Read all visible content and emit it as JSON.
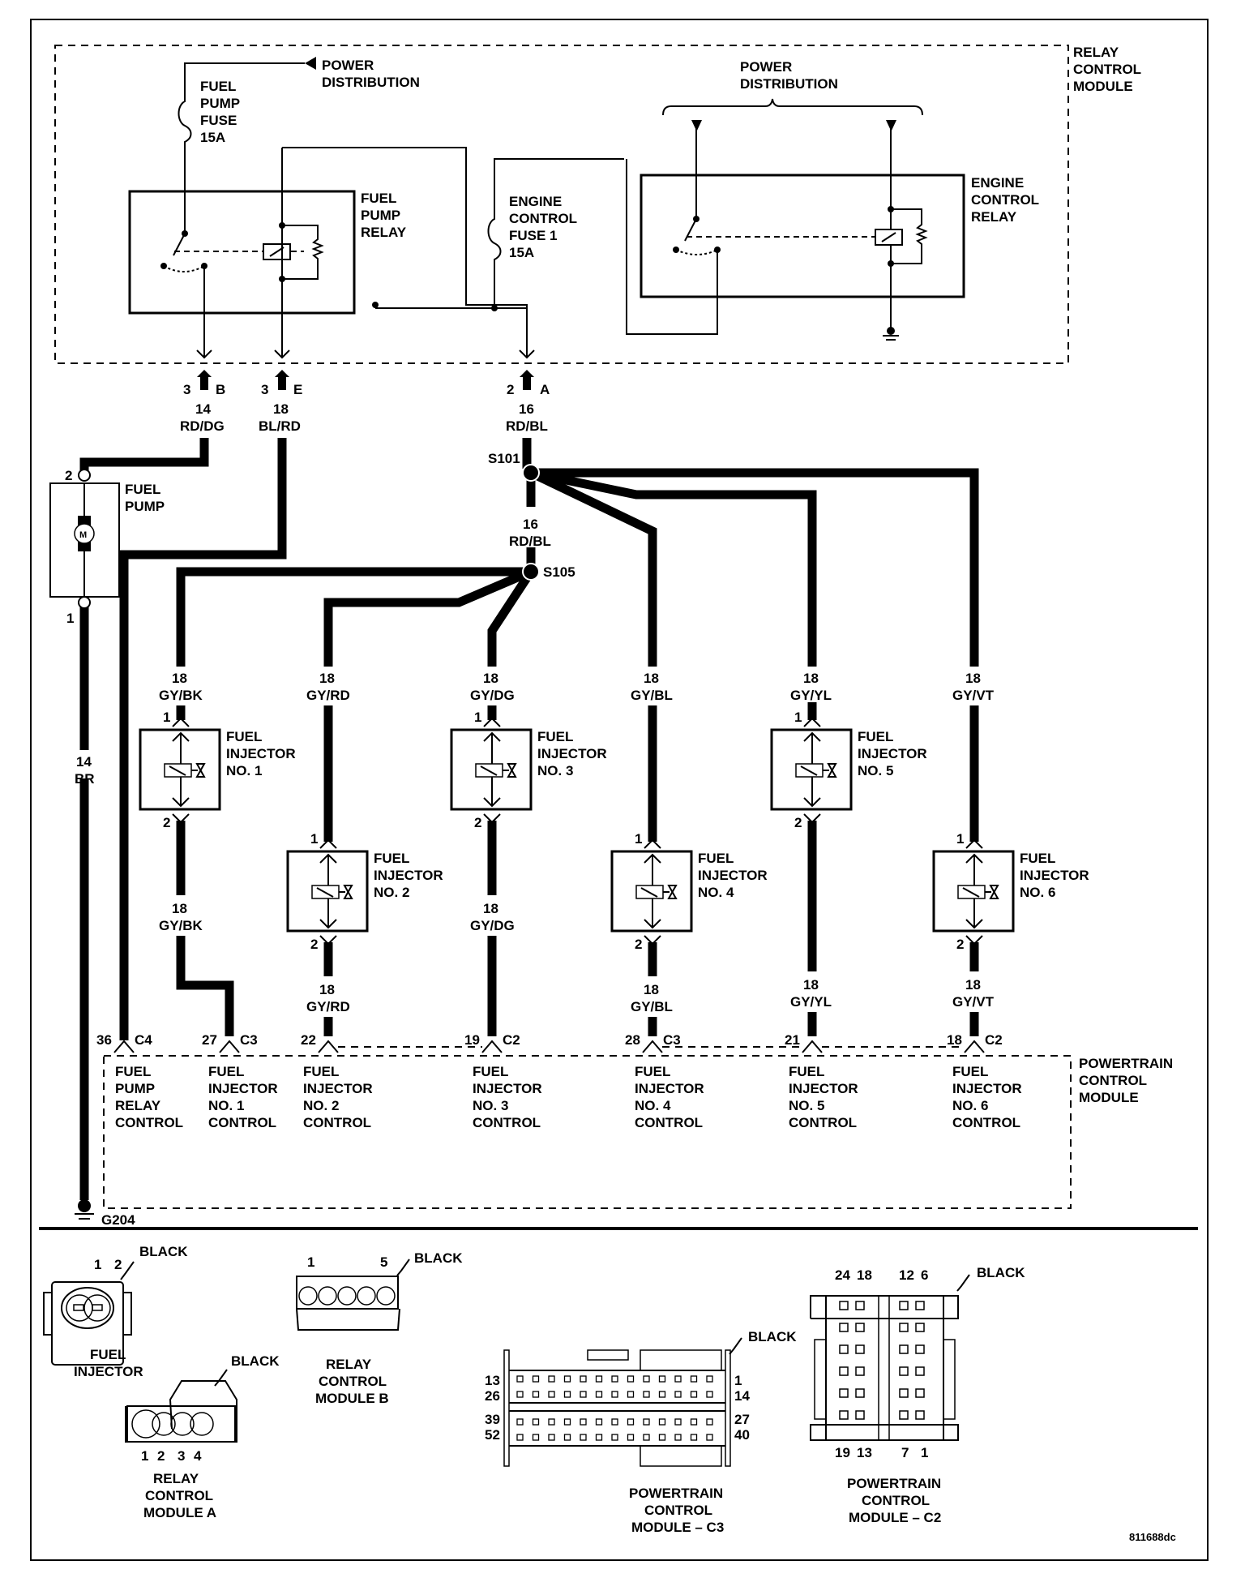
{
  "diagram_id": "811688dc",
  "modules": {
    "relay_control_module": [
      "RELAY",
      "CONTROL",
      "MODULE"
    ],
    "powertrain_control_module": [
      "POWERTRAIN",
      "CONTROL",
      "MODULE"
    ]
  },
  "relay_section": {
    "power_distribution_left": [
      "POWER",
      "DISTRIBUTION"
    ],
    "power_distribution_right": [
      "POWER",
      "DISTRIBUTION"
    ],
    "fuel_pump_fuse": [
      "FUEL",
      "PUMP",
      "FUSE",
      "15A"
    ],
    "fuel_pump_relay": [
      "FUEL",
      "PUMP",
      "RELAY"
    ],
    "engine_control_fuse": [
      "ENGINE",
      "CONTROL",
      "FUSE 1",
      "15A"
    ],
    "engine_control_relay": [
      "ENGINE",
      "CONTROL",
      "RELAY"
    ]
  },
  "relay_outputs": [
    {
      "pin": "3",
      "connector": "B",
      "gauge": "14",
      "color": "RD/DG"
    },
    {
      "pin": "3",
      "connector": "E",
      "gauge": "18",
      "color": "BL/RD"
    },
    {
      "pin": "2",
      "connector": "A",
      "gauge": "16",
      "color": "RD/BL"
    }
  ],
  "splices": {
    "s101": "S101",
    "s105": "S105",
    "s101_s105_wire": {
      "gauge": "16",
      "color": "RD/BL"
    }
  },
  "fuel_pump": {
    "label": [
      "FUEL",
      "PUMP"
    ],
    "motor": "M",
    "pin_top": "2",
    "pin_bottom": "1",
    "ground_wire": {
      "gauge": "14",
      "color": "BR"
    },
    "ground": "G204"
  },
  "injectors": [
    {
      "label": [
        "FUEL",
        "INJECTOR",
        "NO. 1"
      ],
      "pin_in": "1",
      "pin_out": "2",
      "in_wire": {
        "gauge": "18",
        "color": "GY/BK"
      },
      "out_wire": {
        "gauge": "18",
        "color": "GY/BK"
      }
    },
    {
      "label": [
        "FUEL",
        "INJECTOR",
        "NO. 2"
      ],
      "pin_in": "1",
      "pin_out": "2",
      "in_wire": {
        "gauge": "18",
        "color": "GY/RD"
      },
      "out_wire": {
        "gauge": "18",
        "color": "GY/RD"
      }
    },
    {
      "label": [
        "FUEL",
        "INJECTOR",
        "NO. 3"
      ],
      "pin_in": "1",
      "pin_out": "2",
      "in_wire": {
        "gauge": "18",
        "color": "GY/DG"
      },
      "out_wire": {
        "gauge": "18",
        "color": "GY/DG"
      }
    },
    {
      "label": [
        "FUEL",
        "INJECTOR",
        "NO. 4"
      ],
      "pin_in": "1",
      "pin_out": "2",
      "in_wire": {
        "gauge": "18",
        "color": "GY/BL"
      },
      "out_wire": {
        "gauge": "18",
        "color": "GY/BL"
      }
    },
    {
      "label": [
        "FUEL",
        "INJECTOR",
        "NO. 5"
      ],
      "pin_in": "1",
      "pin_out": "2",
      "in_wire": {
        "gauge": "18",
        "color": "GY/YL"
      },
      "out_wire": {
        "gauge": "18",
        "color": "GY/YL"
      }
    },
    {
      "label": [
        "FUEL",
        "INJECTOR",
        "NO. 6"
      ],
      "pin_in": "1",
      "pin_out": "2",
      "in_wire": {
        "gauge": "18",
        "color": "GY/VT"
      },
      "out_wire": {
        "gauge": "18",
        "color": "GY/VT"
      }
    }
  ],
  "pcm_terminals": [
    {
      "pin": "36",
      "connector": "C4",
      "function": [
        "FUEL",
        "PUMP",
        "RELAY",
        "CONTROL"
      ]
    },
    {
      "pin": "27",
      "connector": "C3",
      "function": [
        "FUEL",
        "INJECTOR",
        "NO. 1",
        "CONTROL"
      ]
    },
    {
      "pin": "22",
      "connector": "",
      "function": [
        "FUEL",
        "INJECTOR",
        "NO. 2",
        "CONTROL"
      ]
    },
    {
      "pin": "19",
      "connector": "C2",
      "function": [
        "FUEL",
        "INJECTOR",
        "NO. 3",
        "CONTROL"
      ]
    },
    {
      "pin": "28",
      "connector": "C3",
      "function": [
        "FUEL",
        "INJECTOR",
        "NO. 4",
        "CONTROL"
      ]
    },
    {
      "pin": "21",
      "connector": "",
      "function": [
        "FUEL",
        "INJECTOR",
        "NO. 5",
        "CONTROL"
      ]
    },
    {
      "pin": "18",
      "connector": "C2",
      "function": [
        "FUEL",
        "INJECTOR",
        "NO. 6",
        "CONTROL"
      ]
    }
  ],
  "connector_views": {
    "fuel_injector": {
      "title": [
        "FUEL",
        "INJECTOR"
      ],
      "color": "BLACK",
      "pins": [
        "1",
        "2"
      ]
    },
    "relay_module_a": {
      "title": [
        "RELAY",
        "CONTROL",
        "MODULE A"
      ],
      "color": "BLACK",
      "pins": [
        "1",
        "2",
        "3",
        "4"
      ]
    },
    "relay_module_b": {
      "title": [
        "RELAY",
        "CONTROL",
        "MODULE B"
      ],
      "color": "BLACK",
      "pins": [
        "1",
        "5"
      ]
    },
    "pcm_c3": {
      "title": [
        "POWERTRAIN",
        "CONTROL",
        "MODULE – C3"
      ],
      "color": "BLACK",
      "left_pins": [
        "13",
        "26",
        "39",
        "52"
      ],
      "right_pins": [
        "1",
        "14",
        "27",
        "40"
      ]
    },
    "pcm_c2": {
      "title": [
        "POWERTRAIN",
        "CONTROL",
        "MODULE – C2"
      ],
      "color": "BLACK",
      "top_pins": [
        "24",
        "18",
        "12",
        "6"
      ],
      "bottom_pins": [
        "19",
        "13",
        "7",
        "1"
      ]
    }
  }
}
